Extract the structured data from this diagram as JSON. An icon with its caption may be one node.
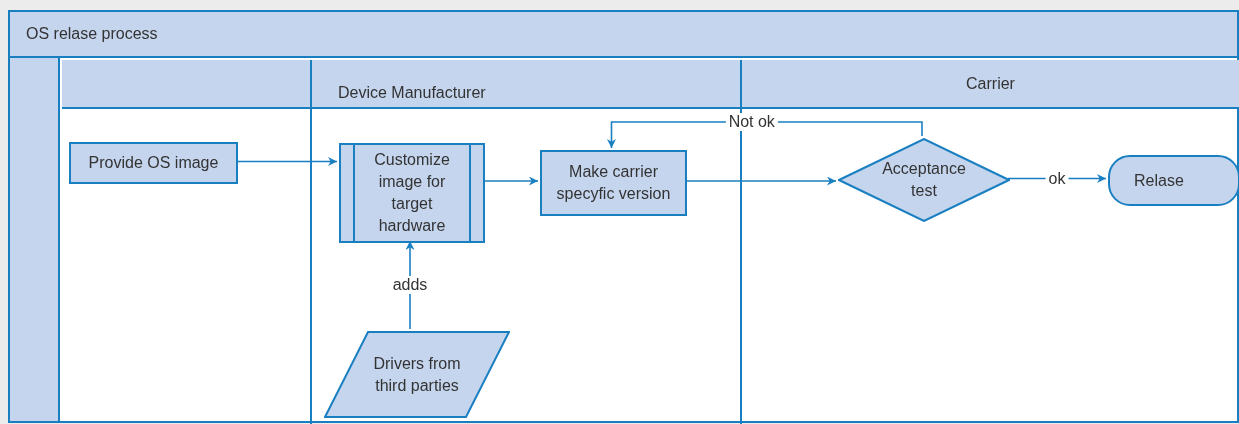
{
  "diagram": {
    "nodes": [
      {
        "text": [
          "OS relase process"
        ]
      },
      {
        "text": [],
        "shape": "box",
        "in": 0
      },
      {
        "text": [
          "Device Manufacturer"
        ],
        "in": 0
      },
      {
        "text": [
          "Carrier"
        ],
        "in": 0
      },
      {
        "text": [
          "Provide OS image"
        ],
        "in": 1
      },
      {
        "text": [
          "Customize image for target hardware"
        ],
        "in": 2
      },
      {
        "text": [
          "Make carrier specyfic version"
        ],
        "in": 2
      },
      {
        "text": [
          "Acceptance test"
        ],
        "in": 3
      },
      {
        "text": [
          "Relase"
        ],
        "in": 3
      },
      {
        "text": [
          "Drivers from third parties"
        ],
        "in": 2
      }
    ],
    "edges": [
      {
        "from": 4,
        "to": 5,
        "arrow": "to"
      },
      {
        "from": 5,
        "to": 6,
        "arrow": "to"
      },
      {
        "from": 6,
        "to": 7,
        "arrow": "to"
      },
      {
        "from": 7,
        "to": 8,
        "arrow": "to",
        "label": "ok"
      },
      {
        "from": 7,
        "to": 6,
        "arrow": "to",
        "label": "Not ok"
      },
      {
        "from": 9,
        "to": 5,
        "arrow": "to",
        "label": "adds"
      }
    ]
  }
}
